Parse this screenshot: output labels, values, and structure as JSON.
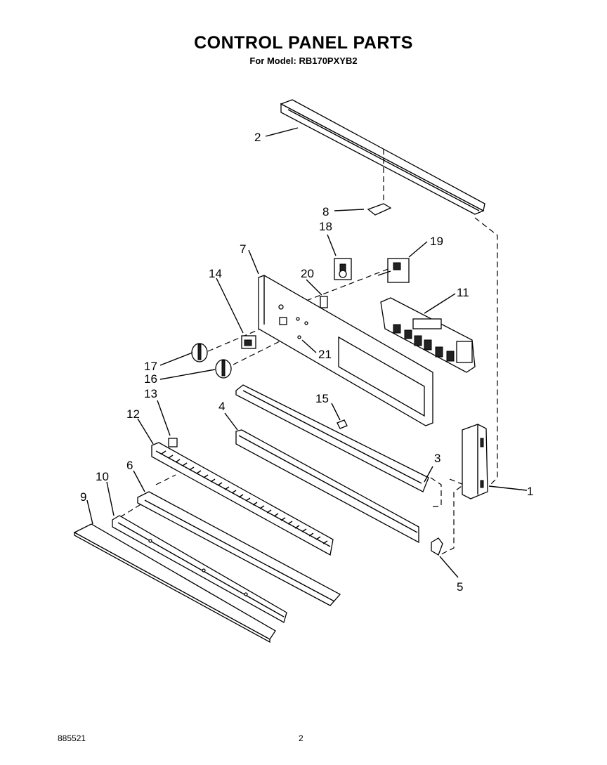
{
  "header": {
    "title": "CONTROL PANEL PARTS",
    "model_line": "For Model: RB170PXYB2"
  },
  "footer": {
    "doc_number": "885521",
    "page_number": "2"
  },
  "callouts": [
    "1",
    "2",
    "3",
    "4",
    "5",
    "6",
    "7",
    "8",
    "9",
    "10",
    "11",
    "12",
    "13",
    "14",
    "15",
    "16",
    "17",
    "18",
    "19",
    "20",
    "21"
  ]
}
